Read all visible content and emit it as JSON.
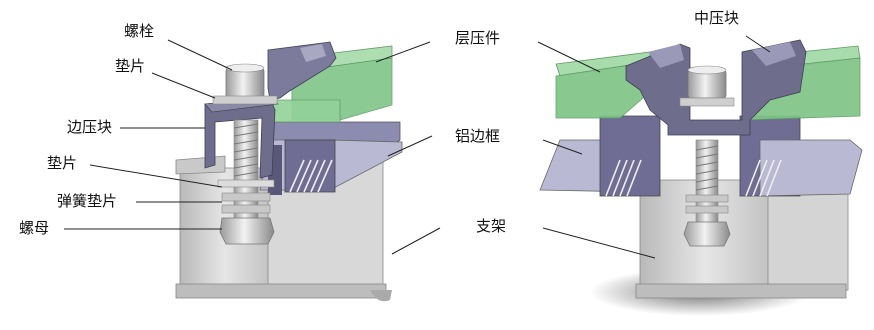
{
  "labels": {
    "bolt": "螺栓",
    "washer_top": "垫片",
    "edge_clamp": "边压块",
    "washer_mid": "垫片",
    "spring_washer": "弹簧垫片",
    "nut": "螺母",
    "laminate": "层压件",
    "mid_clamp": "中压块",
    "aluminum_frame": "铝边框",
    "bracket": "支架"
  },
  "colors": {
    "glass": "#8fcf96",
    "glass_dark": "#6fb277",
    "clamp": "#6e6d8c",
    "clamp_dark": "#4f4e6b",
    "frame": "#b8b9d2",
    "bracket": "#cfcfcf",
    "bracket_dark": "#a9a9a9",
    "bolt": "#d9d9d9"
  }
}
